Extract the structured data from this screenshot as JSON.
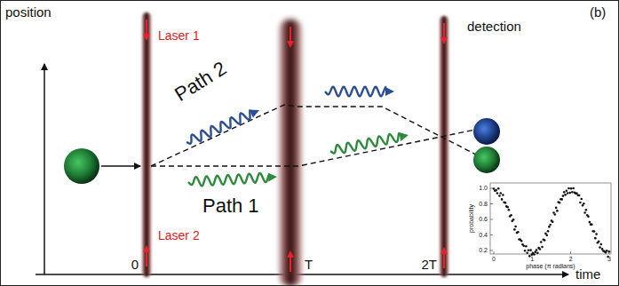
{
  "diagram": {
    "labels": [
      "position",
      "(b)",
      "Laser 1",
      "Path 2",
      "detection",
      "Path 1",
      "Laser 2",
      "0",
      "T",
      "2T",
      "time",
      "1.0",
      "0.8",
      "0.6",
      "0.4",
      "0.2",
      "probability",
      "0",
      "1",
      "2",
      "3",
      "phase (π radians)"
    ]
  }
}
